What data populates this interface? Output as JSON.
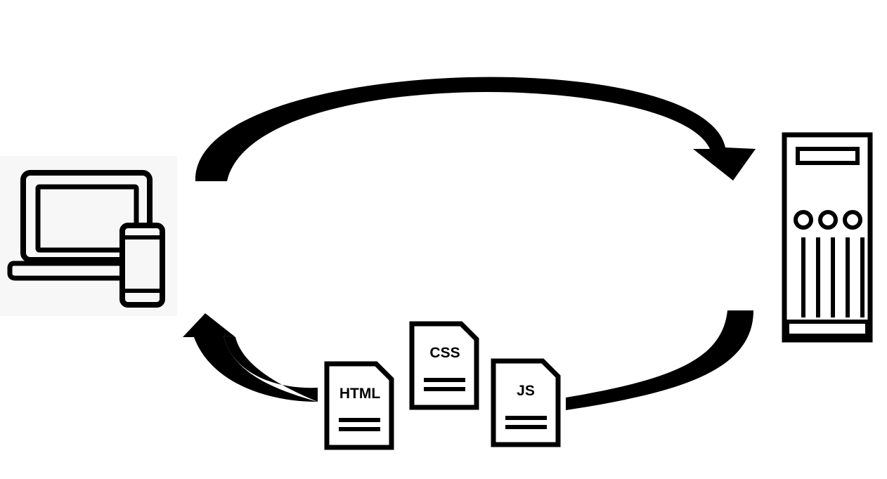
{
  "colors": {
    "ink": "#000000",
    "background": "#ffffff",
    "client_panel": "#f7f7f7"
  },
  "nodes": {
    "client": {
      "icon": "laptop-and-phone-icon"
    },
    "server": {
      "icon": "server-tower-icon"
    }
  },
  "arrows": {
    "request": {
      "direction": "client-to-server",
      "icon": "curved-arrow-icon"
    },
    "response": {
      "direction": "server-to-client",
      "icon": "curved-arrow-icon"
    }
  },
  "files": [
    {
      "label": "HTML",
      "icon": "document-icon"
    },
    {
      "label": "CSS",
      "icon": "document-icon"
    },
    {
      "label": "JS",
      "icon": "document-icon"
    }
  ]
}
